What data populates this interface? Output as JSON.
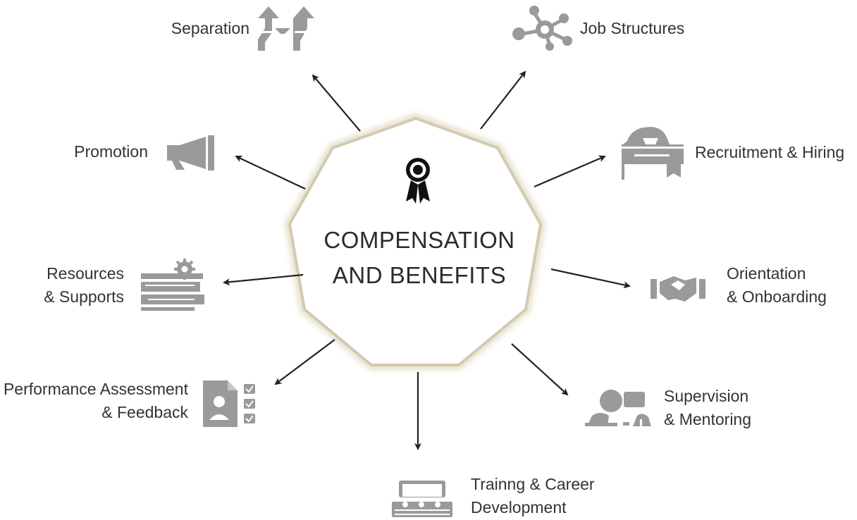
{
  "center": {
    "line1": "COMPENSATION",
    "line2": "AND BENEFITS",
    "icon": "award-ribbon-icon"
  },
  "nodes": {
    "job_structures": {
      "label": "Job Structures",
      "icon": "network-nodes-icon"
    },
    "recruitment": {
      "label": "Recruitment & Hiring",
      "icon": "badge-ribbon-icon"
    },
    "orientation": {
      "line1": "Orientation",
      "line2": "& Onboarding",
      "icon": "handshake-icon"
    },
    "supervision": {
      "line1": "Supervision",
      "line2": "& Mentoring",
      "icon": "meeting-people-icon"
    },
    "training": {
      "line1": "Trainng & Career",
      "line2": "Development",
      "icon": "classroom-icon"
    },
    "performance": {
      "line1": "Performance Assessment",
      "line2": "& Feedback",
      "icon": "checklist-document-icon"
    },
    "resources": {
      "line1": "Resources",
      "line2": "& Supports",
      "icon": "support-gear-icon"
    },
    "promotion": {
      "label": "Promotion",
      "icon": "megaphone-icon"
    },
    "separation": {
      "label": "Separation",
      "icon": "split-arrows-icon"
    }
  },
  "colors": {
    "icon_gray": "#9a9a9a",
    "arrow": "#222222",
    "octagon_border": "#d6d0b8",
    "text": "#333333"
  }
}
